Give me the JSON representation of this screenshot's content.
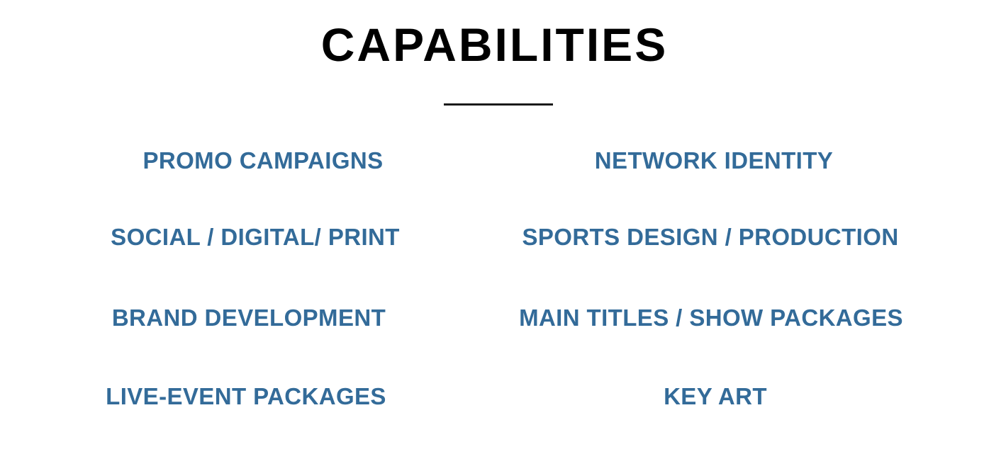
{
  "heading": {
    "title": "CAPABILITIES"
  },
  "colors": {
    "title": "#000000",
    "item": "#336b99",
    "divider": "#1a1a1a",
    "background": "#ffffff"
  },
  "capabilities": {
    "left": [
      "PROMO CAMPAIGNS",
      "SOCIAL / DIGITAL/ PRINT",
      "BRAND DEVELOPMENT",
      "LIVE-EVENT PACKAGES"
    ],
    "right": [
      "NETWORK IDENTITY",
      "SPORTS DESIGN / PRODUCTION",
      "MAIN TITLES / SHOW PACKAGES",
      "KEY ART"
    ]
  }
}
